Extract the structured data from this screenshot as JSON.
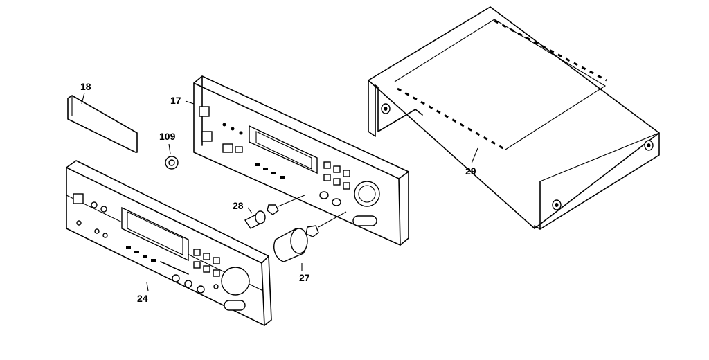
{
  "diagram": {
    "parts": [
      {
        "id": "top-cover",
        "number": "29"
      },
      {
        "id": "front-chassis",
        "number": "17"
      },
      {
        "id": "display-window",
        "number": "18"
      },
      {
        "id": "front-panel",
        "number": "24"
      },
      {
        "id": "large-knob",
        "number": "27"
      },
      {
        "id": "small-knob",
        "number": "28"
      },
      {
        "id": "nut",
        "number": "109"
      }
    ]
  }
}
